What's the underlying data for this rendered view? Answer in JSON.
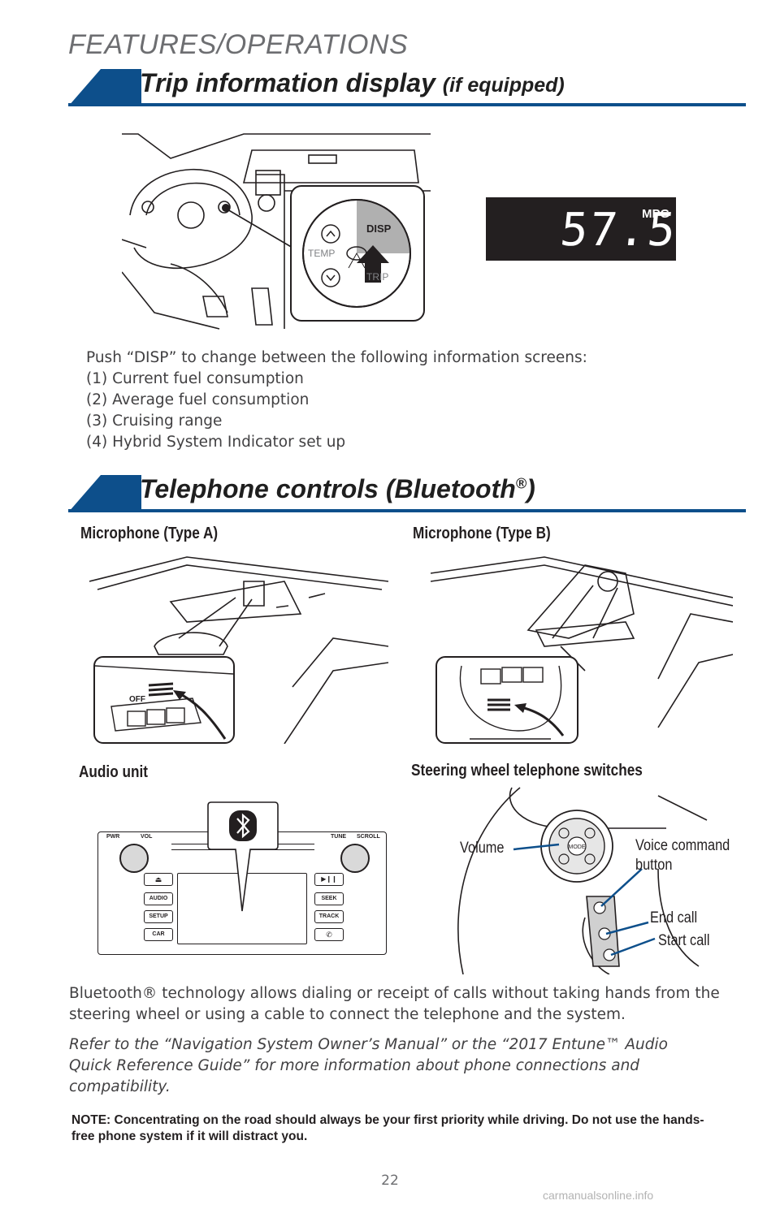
{
  "page": {
    "section_title": "FEATURES/OPERATIONS",
    "page_number": "22",
    "watermark": "carmanualsonline.info"
  },
  "trip": {
    "heading": "Trip information display",
    "heading_suffix": "(if equipped)",
    "display_value": "57.5",
    "display_unit": "MPG",
    "knob_labels": {
      "disp": "DISP",
      "temp": "TEMP",
      "trip": "TRIP"
    },
    "intro": "Push “DISP” to change between the following information screens:",
    "items": [
      "(1) Current fuel consumption",
      "(2) Average fuel consumption",
      "(3) Cruising range",
      "(4) Hybrid System Indicator set up"
    ]
  },
  "phone": {
    "heading": "Telephone controls (Bluetooth",
    "heading_reg": "®",
    "heading_close": ")",
    "mic_a": "Microphone (Type A)",
    "mic_b": "Microphone (Type B)",
    "audio_unit": "Audio unit",
    "steering_switches": "Steering wheel telephone switches",
    "callouts": {
      "volume": "Volume",
      "voice_line1": "Voice command",
      "voice_line2": "button",
      "end_call": "End call",
      "start_call": "Start call"
    },
    "audio_buttons": {
      "pwr": "PWR",
      "vol": "VOL",
      "tune": "TUNE",
      "scroll": "SCROLL",
      "audio": "AUDIO",
      "setup": "SETUP",
      "car": "CAR",
      "seek": "SEEK",
      "track": "TRACK"
    },
    "switch_mode": "MODE",
    "mic_switch_off": "OFF",
    "body": "Bluetooth® technology allows dialing or receipt of calls without taking hands from the steering wheel or using a cable to connect the telephone and the system.",
    "refer": "Refer to the “Navigation System Owner’s Manual” or the “2017 Entune™ Audio Quick Reference Guide” for more information about phone connections and compatibility.",
    "note": "NOTE: Concentrating on the road should always be your first priority while driving.  Do not use the hands-free phone system if it will distract you."
  }
}
